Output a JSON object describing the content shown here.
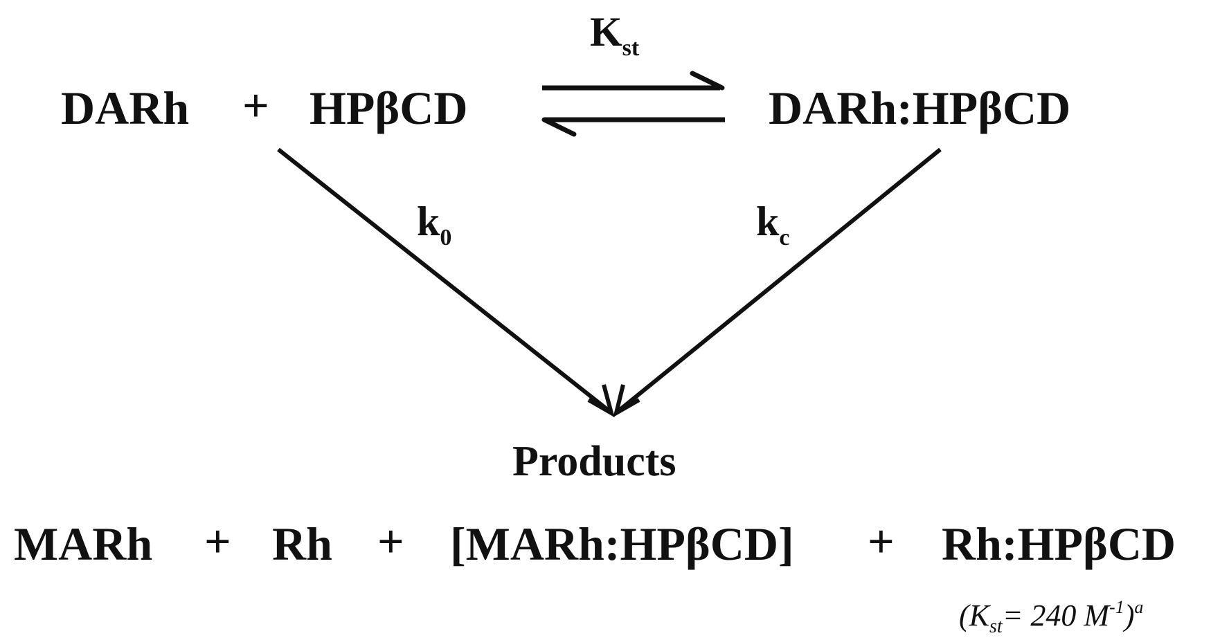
{
  "reactant_a": "DARh",
  "plus": "+",
  "reactant_b": "HPβCD",
  "complex": "DARh:HPβCD",
  "equilibrium": {
    "symbol": "K",
    "subscript": "st"
  },
  "k0": {
    "symbol": "k",
    "subscript": "0"
  },
  "kc": {
    "symbol": "k",
    "subscript": "c"
  },
  "products_label": "Products",
  "products": {
    "p1": "MARh",
    "p2": "Rh",
    "p3": "[MARh:HPβCD]",
    "p4": "Rh:HPβCD"
  },
  "footnote": {
    "open": "(",
    "symbol": "K",
    "subscript": "st",
    "equals": "= 240 M",
    "exponent": "-1",
    "close": ")",
    "marker": "a"
  },
  "colors": {
    "ink": "#111111",
    "background": "#ffffff"
  }
}
